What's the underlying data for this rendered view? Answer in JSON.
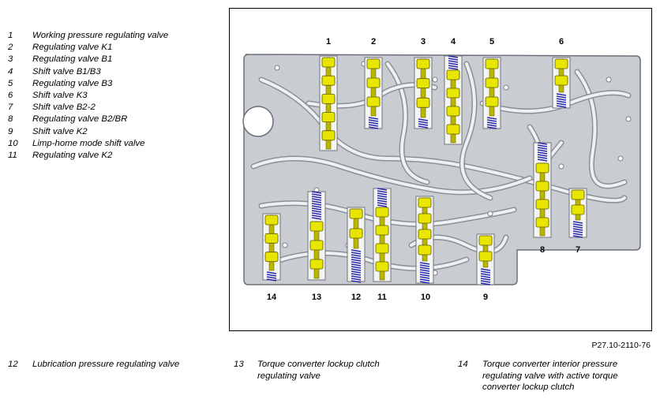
{
  "legend": [
    {
      "num": "1",
      "label": "Working pressure regulating valve"
    },
    {
      "num": "2",
      "label": "Regulating valve K1"
    },
    {
      "num": "3",
      "label": "Regulating valve B1"
    },
    {
      "num": "4",
      "label": "Shift valve B1/B3"
    },
    {
      "num": "5",
      "label": "Regulating valve B3"
    },
    {
      "num": "6",
      "label": "Shift valve K3"
    },
    {
      "num": "7",
      "label": "Shift valve B2-2"
    },
    {
      "num": "8",
      "label": "Regulating valve B2/BR"
    },
    {
      "num": "9",
      "label": "Shift valve K2"
    },
    {
      "num": "10",
      "label": "Limp-home mode shift valve"
    },
    {
      "num": "11",
      "label": "Regulating valve K2"
    }
  ],
  "bottom": {
    "item12": {
      "num": "12",
      "label": "Lubrication pressure regulating valve"
    },
    "item13": {
      "num": "13",
      "label": "Torque converter lockup clutch\nregulating valve"
    },
    "item14": {
      "num": "14",
      "label": "Torque converter interior pressure\nregulating valve with active torque\nconverter lockup clutch"
    }
  },
  "figure": {
    "reference": "P27.10-2110-76",
    "callouts": [
      "1",
      "2",
      "3",
      "4",
      "5",
      "6",
      "7",
      "8",
      "9",
      "10",
      "11",
      "12",
      "13",
      "14"
    ]
  },
  "colors": {
    "plate": "#c9cdd2",
    "channel": "#eef0f2",
    "valve": "#e8e600",
    "spring": "#2a2ab0",
    "outline": "#000000"
  }
}
